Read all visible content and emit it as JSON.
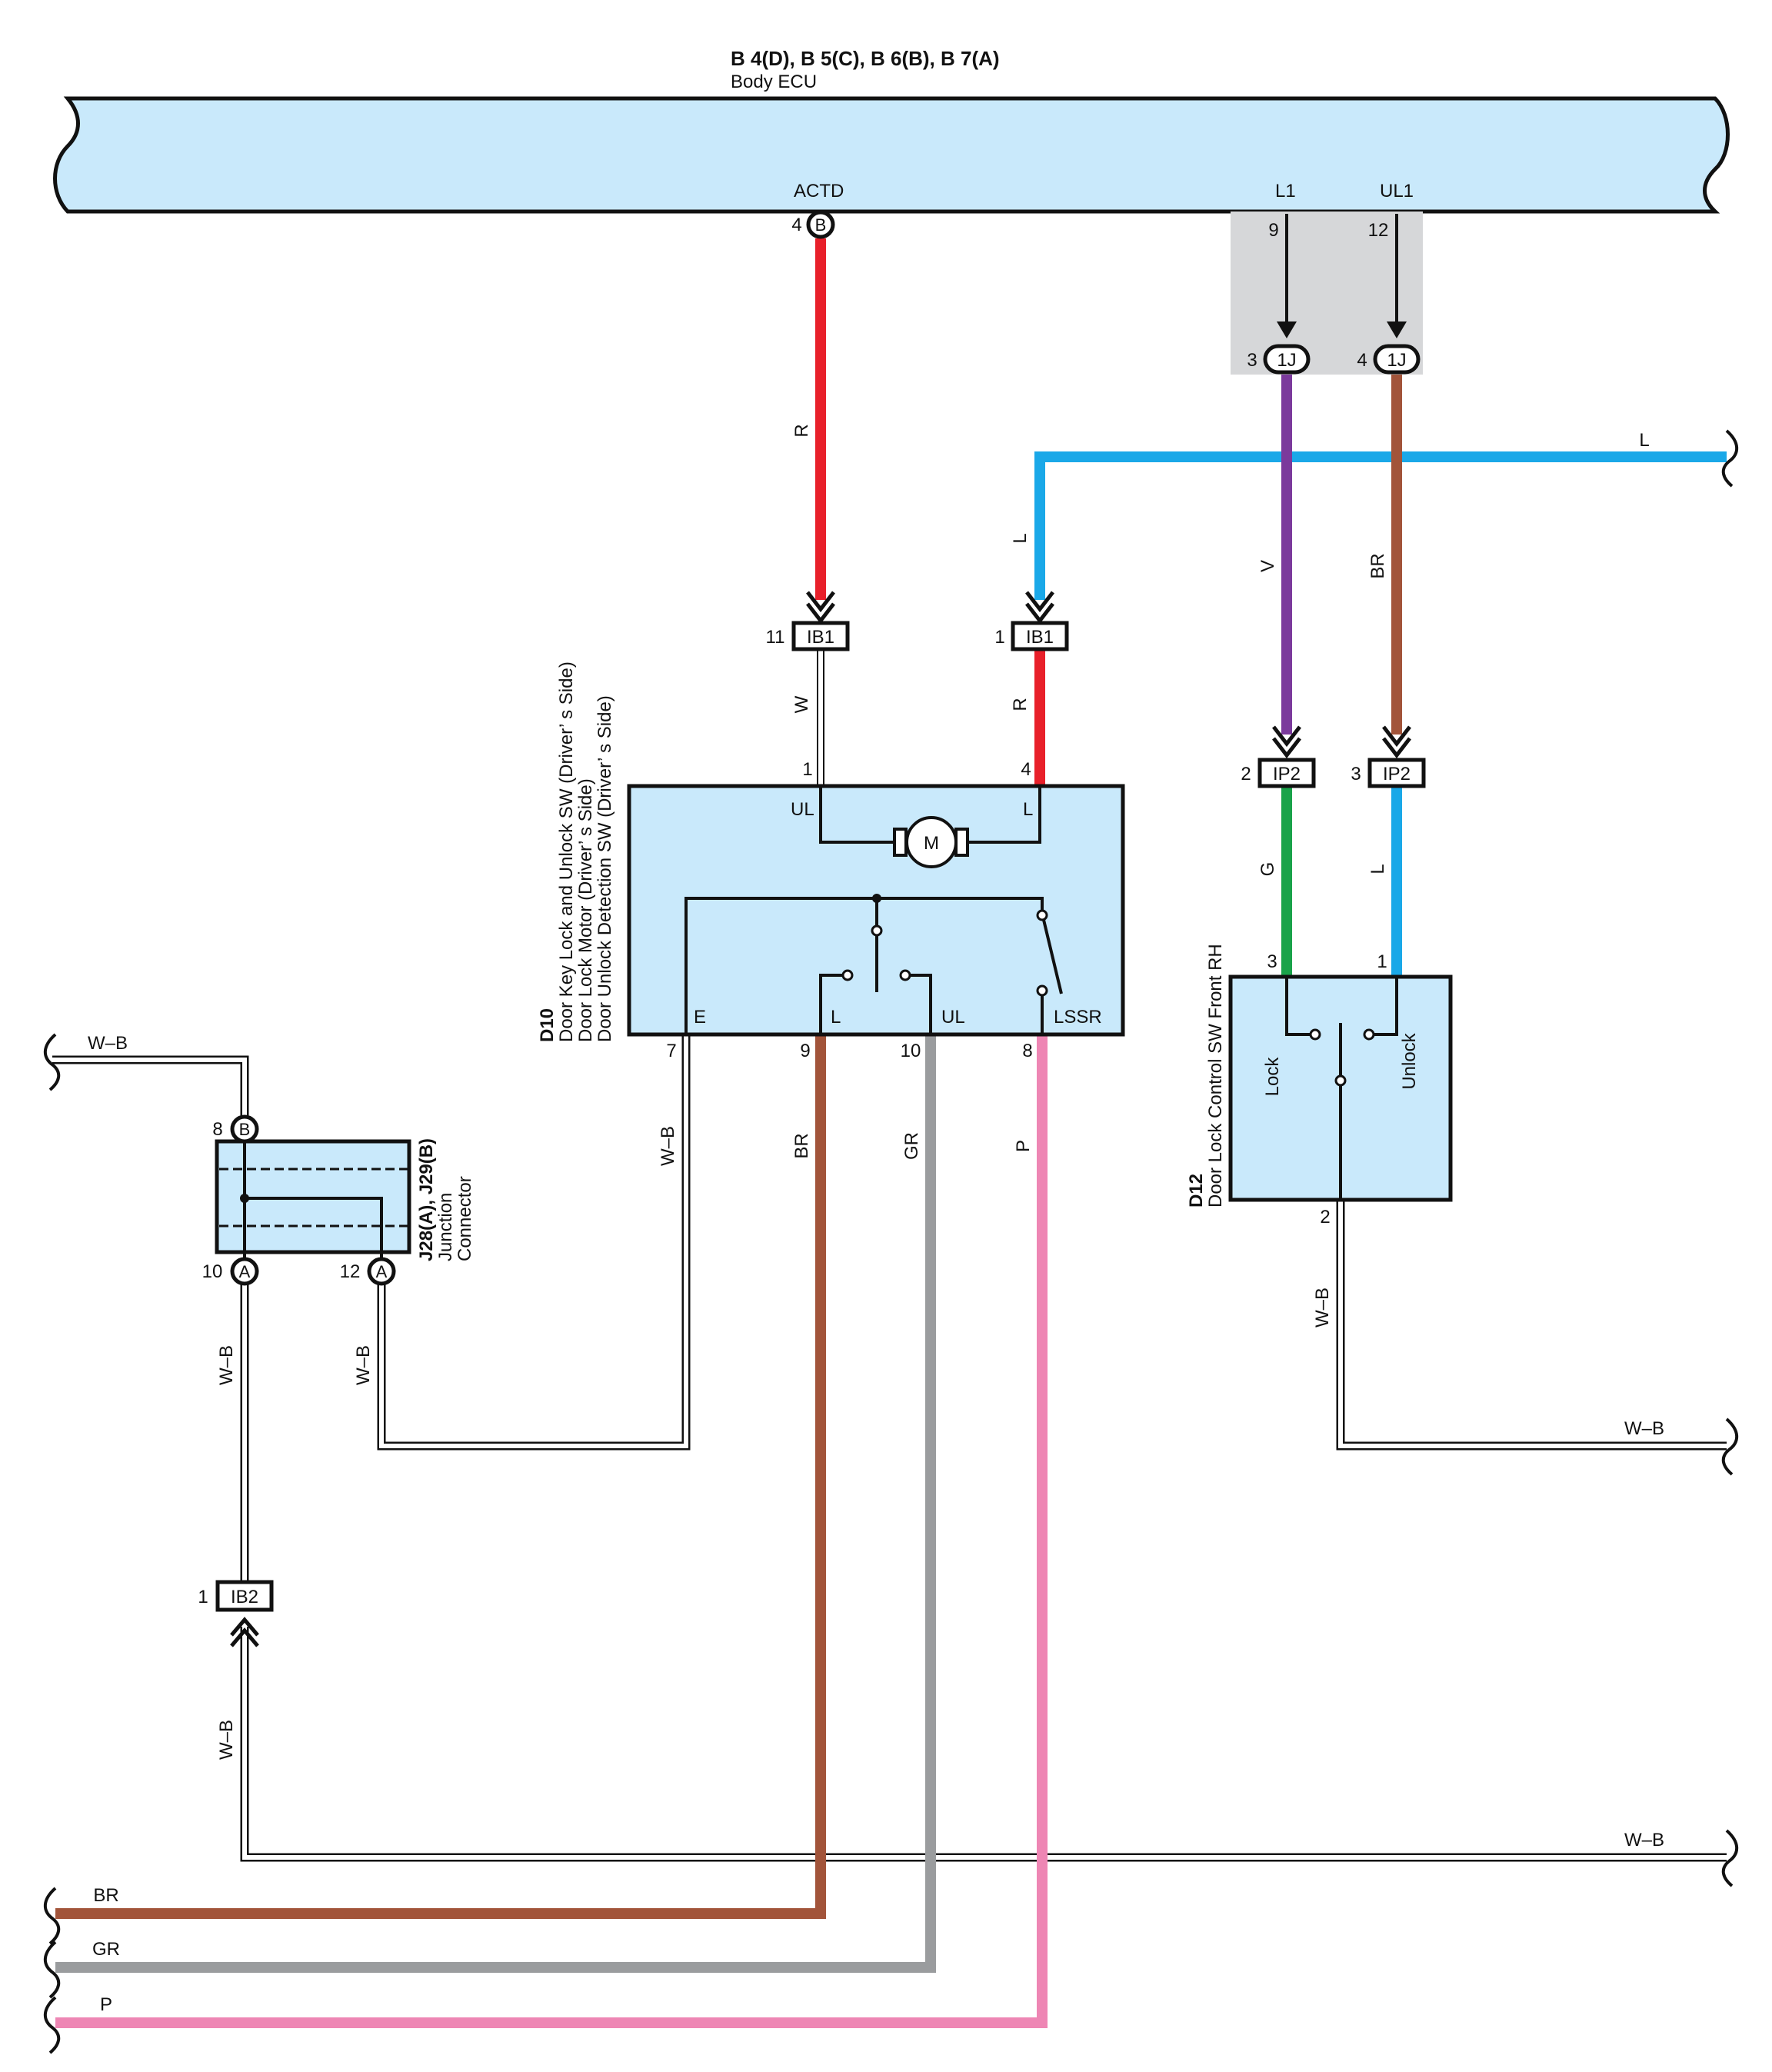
{
  "ecu": {
    "connectors": "B 4(D), B 5(C), B 6(B), B 7(A)",
    "name": "Body ECU",
    "terminals": {
      "actd": "ACTD",
      "l1": "L1",
      "ul1": "UL1"
    },
    "pins": {
      "actd": "4",
      "l1": "9",
      "ul1": "12"
    },
    "actd_conn": "B"
  },
  "junction_1j": {
    "label": "1J",
    "pin_l1": "3",
    "pin_ul1": "4"
  },
  "d10": {
    "code": "D10",
    "line1": "Door Key Lock and Unlock SW (Driver’ s Side)",
    "line2": "Door Lock Motor (Driver’ s Side)",
    "line3": "Door Unlock Detection SW (Driver’ s Side)",
    "motor": "M",
    "term_ul_top": "UL",
    "term_l_top": "L",
    "term_e": "E",
    "term_l": "L",
    "term_ul": "UL",
    "term_lssr": "LSSR",
    "pin1": "1",
    "pin4": "4",
    "pin7": "7",
    "pin9": "9",
    "pin10": "10",
    "pin8": "8"
  },
  "ib1": {
    "label": "IB1",
    "pin_a": "11",
    "pin_b": "1"
  },
  "ip2": {
    "label": "IP2",
    "pin_a": "2",
    "pin_b": "3"
  },
  "ib2": {
    "label": "IB2",
    "pin": "1"
  },
  "d12": {
    "code": "D12",
    "name": "Door Lock Control SW Front RH",
    "lock": "Lock",
    "unlock": "Unlock",
    "pin3": "3",
    "pin1": "1",
    "pin2": "2"
  },
  "junction_connector": {
    "code": "J28(A), J29(B)",
    "line1": "Junction",
    "line2": "Connector",
    "pin8": "8",
    "pin10": "10",
    "pin12": "12",
    "conn_b": "B",
    "conn_a": "A"
  },
  "wires": {
    "r": "R",
    "l": "L",
    "v": "V",
    "br": "BR",
    "w": "W",
    "g": "G",
    "gr": "GR",
    "p": "P",
    "wb": "W–B"
  },
  "colors": {
    "ecu_fill": "#c9e9fb",
    "red": "#e8202a",
    "blue": "#1aa8e8",
    "violet": "#7b3a9c",
    "brown": "#a2543a",
    "green": "#19a34a",
    "gray": "#9a9c9e",
    "pink": "#ee86b4",
    "shade": "#d6d7d9"
  }
}
